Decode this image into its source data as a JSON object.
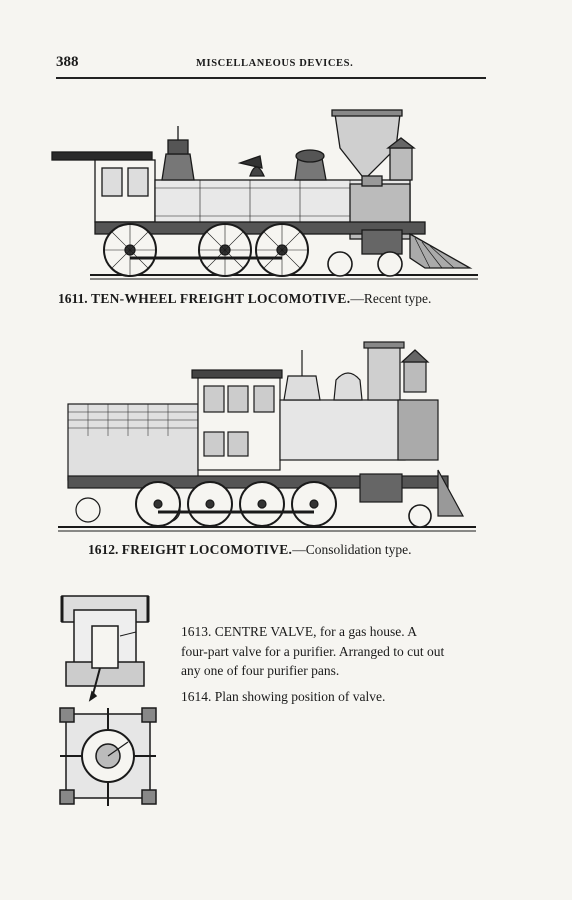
{
  "header": {
    "page_number": "388",
    "running_head": "MISCELLANEOUS DEVICES."
  },
  "figures": [
    {
      "number": "1611.",
      "title": "TEN-WHEEL FREIGHT LOCOMOTIVE.",
      "subtitle": "—Recent type."
    },
    {
      "number": "1612.",
      "title": "FREIGHT LOCOMOTIVE.",
      "subtitle": "—Consolidation type."
    }
  ],
  "entries": [
    {
      "number": "1613.",
      "title": "CENTRE VALVE,",
      "text_line1": " for a gas house.   A",
      "text_line2": "four-part valve for a purifier.   Arranged to cut out",
      "text_line3": "any one of four purifier pans."
    },
    {
      "number": "1614.",
      "text": " Plan showing position of valve."
    }
  ]
}
